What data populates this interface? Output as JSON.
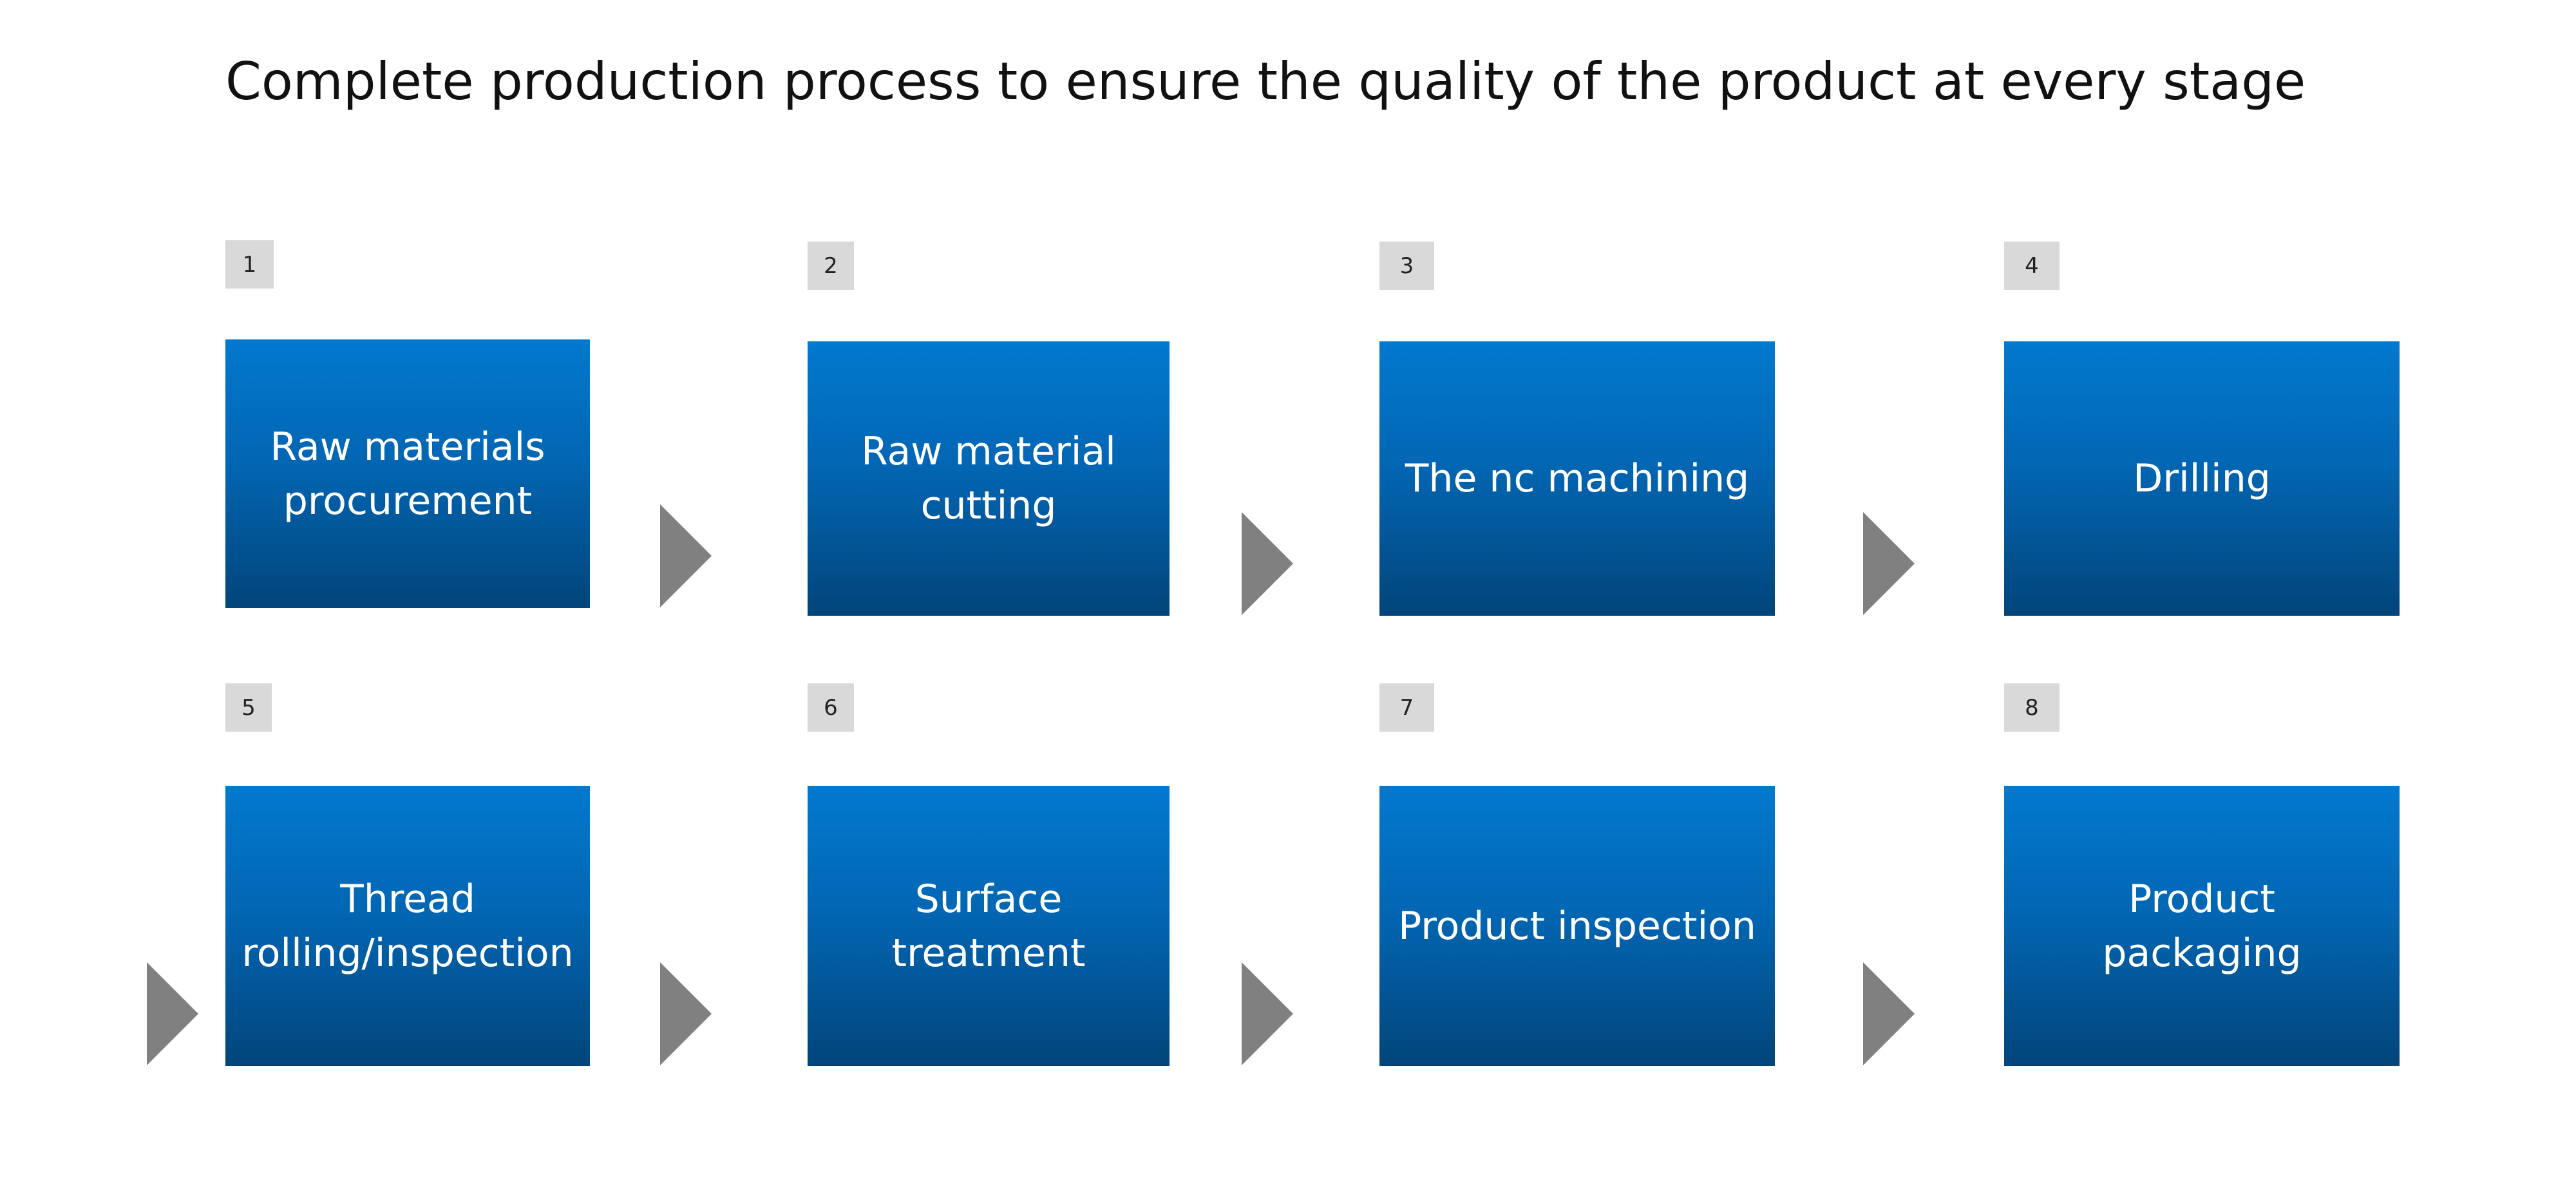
{
  "title": "Complete production process to ensure the quality of the product at every stage",
  "colors": {
    "box_top": "#0279cf",
    "box_bottom": "#02457a",
    "arrow": "#808080",
    "badge": "#d9d9d9"
  },
  "steps": [
    {
      "number": "1",
      "label": "Raw materials procurement"
    },
    {
      "number": "2",
      "label": "Raw material cutting"
    },
    {
      "number": "3",
      "label": "The nc machining"
    },
    {
      "number": "4",
      "label": "Drilling"
    },
    {
      "number": "5",
      "label": "Thread rolling/inspection"
    },
    {
      "number": "6",
      "label": "Surface treatment"
    },
    {
      "number": "7",
      "label": "Product inspection"
    },
    {
      "number": "8",
      "label": "Product packaging"
    }
  ]
}
